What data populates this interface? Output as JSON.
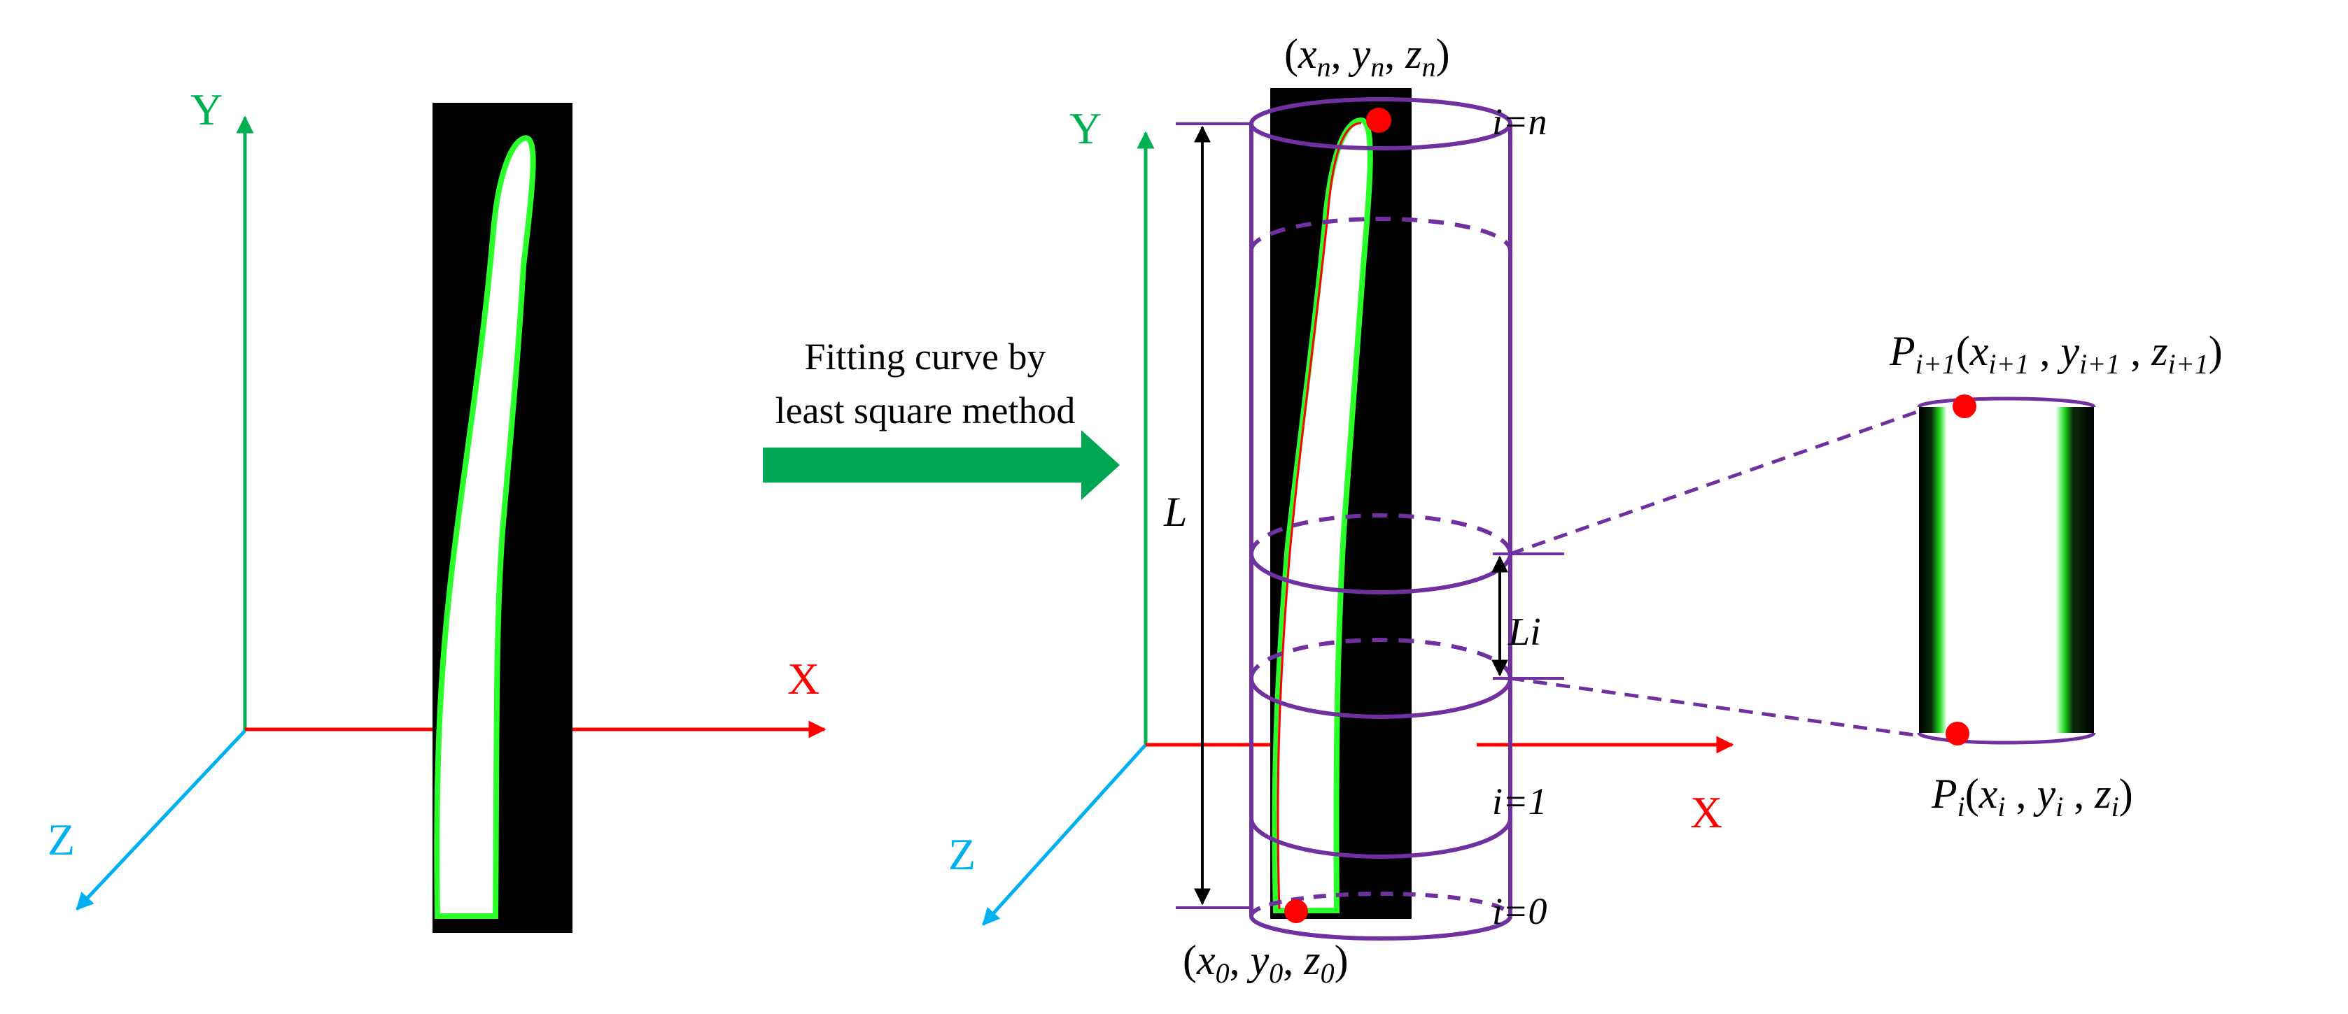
{
  "axes_left": {
    "x": "X",
    "y": "Y",
    "z": "Z"
  },
  "axes_right": {
    "x": "X",
    "y": "Y",
    "z": "Z"
  },
  "arrow_label": {
    "line1": "Fitting curve by",
    "line2": "least square method"
  },
  "top_point": {
    "open": "(",
    "x": "x",
    "xs": "n",
    "y": "y",
    "ys": "n",
    "z": "z",
    "zs": "n",
    "close": ")"
  },
  "bottom_point": {
    "open": "(",
    "x": "x",
    "xs": "0",
    "y": "y",
    "ys": "0",
    "z": "z",
    "zs": "0",
    "close": ")"
  },
  "length_label": "L",
  "segment_label": "Li",
  "index_labels": {
    "top": "i=n",
    "one": "i=1",
    "zero": "i=0"
  },
  "p_next": {
    "P": "P",
    "sub": "i+1",
    "x": "x",
    "xs": "i+1",
    "y": "y",
    "ys": "i+1",
    "z": "z",
    "zs": "i+1"
  },
  "p_cur": {
    "P": "P",
    "sub": "i",
    "x": "x",
    "xs": "i",
    "y": "y",
    "ys": "i",
    "z": "z",
    "zs": "i"
  },
  "colors": {
    "x_axis": "#ff0000",
    "y_axis": "#00b050",
    "z_axis": "#00b0f0",
    "cylinder": "#7030a0",
    "arrow": "#00a651",
    "point": "#ff0000",
    "tissue_edge": "#2bff2b"
  }
}
